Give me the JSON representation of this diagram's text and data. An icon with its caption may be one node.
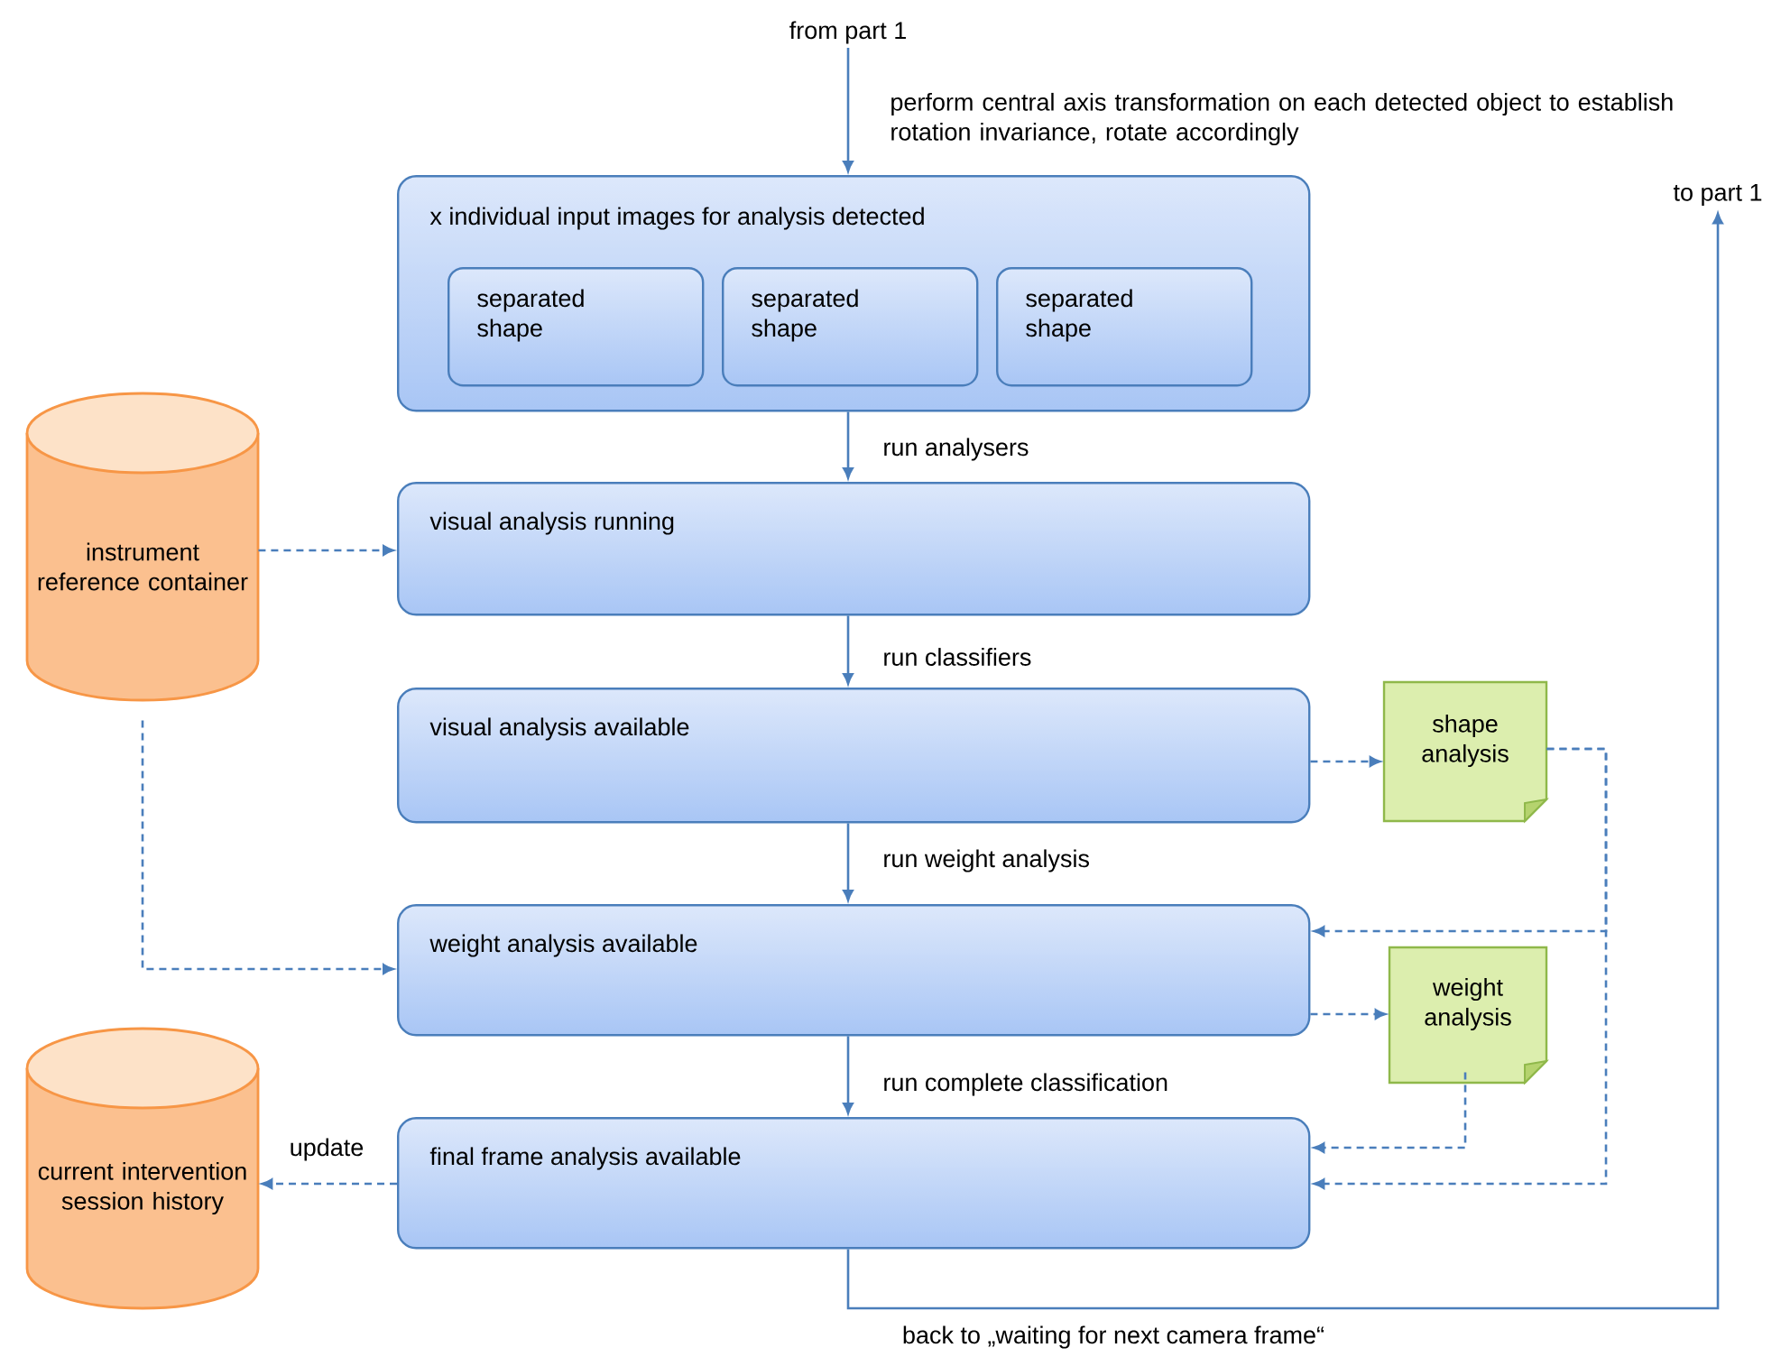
{
  "diagram": {
    "nodes": [
      {
        "text": [
          "from part 1"
        ]
      },
      {
        "text": [
          "x individual input images for analysis detected"
        ]
      },
      {
        "text": [
          "separated shape"
        ],
        "in": 1
      },
      {
        "text": [
          "separated shape"
        ],
        "in": 1
      },
      {
        "text": [
          "separated shape"
        ],
        "in": 1
      },
      {
        "text": [
          "instrument reference container"
        ]
      },
      {
        "text": [
          "visual analysis running"
        ]
      },
      {
        "text": [
          "visual analysis available"
        ]
      },
      {
        "text": [
          "shape analysis"
        ]
      },
      {
        "text": [
          "weight analysis available"
        ]
      },
      {
        "text": [
          "weight analysis"
        ]
      },
      {
        "text": [
          "current intervention session history"
        ]
      },
      {
        "text": [
          "final frame analysis available"
        ]
      },
      {
        "text": [
          "to part 1"
        ]
      }
    ],
    "edges": [
      {
        "from": 0,
        "to": 1,
        "arrow": "to",
        "label": "perform central axis transformation on each detected object to establish rotation invariance, rotate accordingly"
      },
      {
        "from": 1,
        "to": 6,
        "arrow": "to",
        "label": "run analysers"
      },
      {
        "from": 6,
        "to": 7,
        "arrow": "to",
        "label": "run classifiers"
      },
      {
        "from": 7,
        "to": 9,
        "arrow": "to",
        "label": "run weight analysis"
      },
      {
        "from": 9,
        "to": 12,
        "arrow": "to",
        "label": "run complete classification"
      },
      {
        "from": 5,
        "to": 6,
        "arrow": "to",
        "style": "dashed"
      },
      {
        "from": 5,
        "to": 9,
        "arrow": "to",
        "style": "dashed"
      },
      {
        "from": 7,
        "to": 8,
        "arrow": "to",
        "style": "dashed"
      },
      {
        "from": 8,
        "to": 9,
        "arrow": "to",
        "style": "dashed"
      },
      {
        "from": 8,
        "to": 12,
        "arrow": "to",
        "style": "dashed"
      },
      {
        "from": 9,
        "to": 10,
        "arrow": "to",
        "style": "dashed"
      },
      {
        "from": 10,
        "to": 12,
        "arrow": "to",
        "style": "dashed"
      },
      {
        "from": 12,
        "to": 11,
        "arrow": "to",
        "style": "dashed",
        "label": "update"
      },
      {
        "from": 12,
        "to": 13,
        "arrow": "to",
        "label": "back to „waiting for next camera frame“"
      }
    ]
  }
}
